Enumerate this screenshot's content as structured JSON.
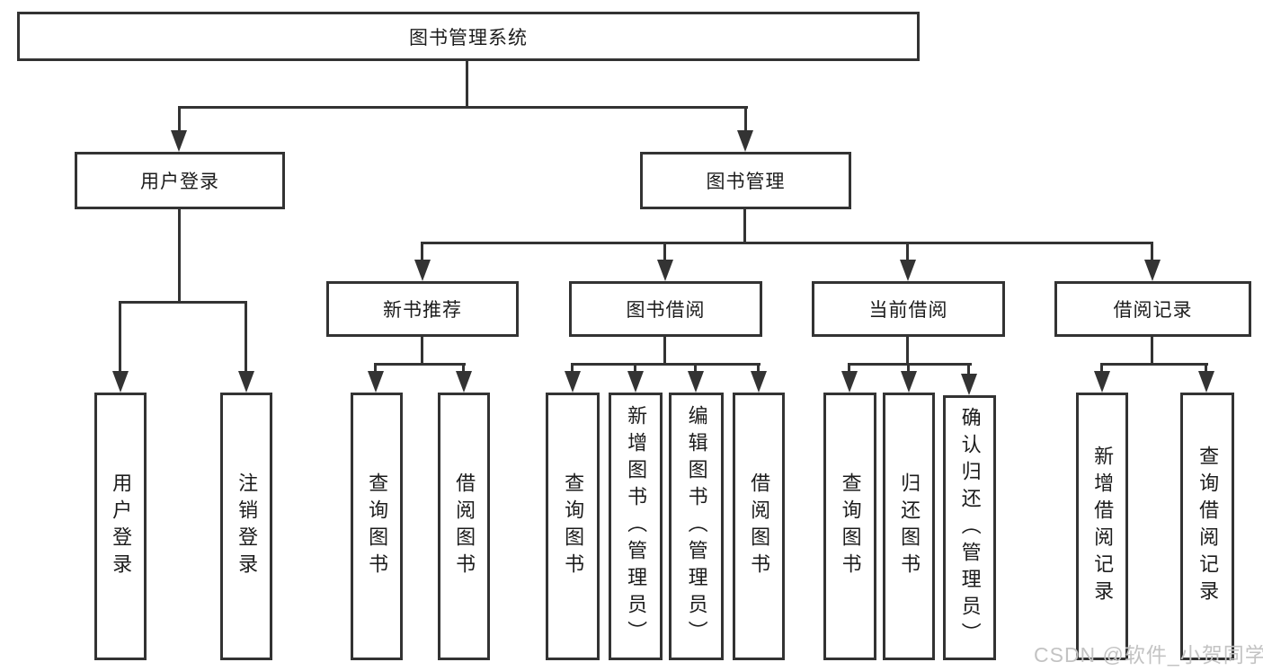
{
  "colors": {
    "line": "#333333",
    "text": "#1c1c1c",
    "watermark": "#c3c3c3",
    "background": "#ffffff"
  },
  "watermark": "CSDN @软件_小贺同学",
  "tree": {
    "root": {
      "label": "图书管理系统"
    },
    "level2": [
      {
        "label": "用户登录",
        "children": [
          {
            "label": "用户登录"
          },
          {
            "label": "注销登录"
          }
        ]
      },
      {
        "label": "图书管理",
        "children": [
          {
            "label": "新书推荐",
            "children": [
              {
                "label": "查询图书"
              },
              {
                "label": "借阅图书"
              }
            ]
          },
          {
            "label": "图书借阅",
            "children": [
              {
                "label": "查询图书"
              },
              {
                "label": "新增图书（管理员）"
              },
              {
                "label": "编辑图书（管理员）"
              },
              {
                "label": "借阅图书"
              }
            ]
          },
          {
            "label": "当前借阅",
            "children": [
              {
                "label": "查询图书"
              },
              {
                "label": "归还图书"
              },
              {
                "label": "确认归还（管理员）"
              }
            ]
          },
          {
            "label": "借阅记录",
            "children": [
              {
                "label": "新增借阅记录"
              },
              {
                "label": "查询借阅记录"
              }
            ]
          }
        ]
      }
    ]
  }
}
